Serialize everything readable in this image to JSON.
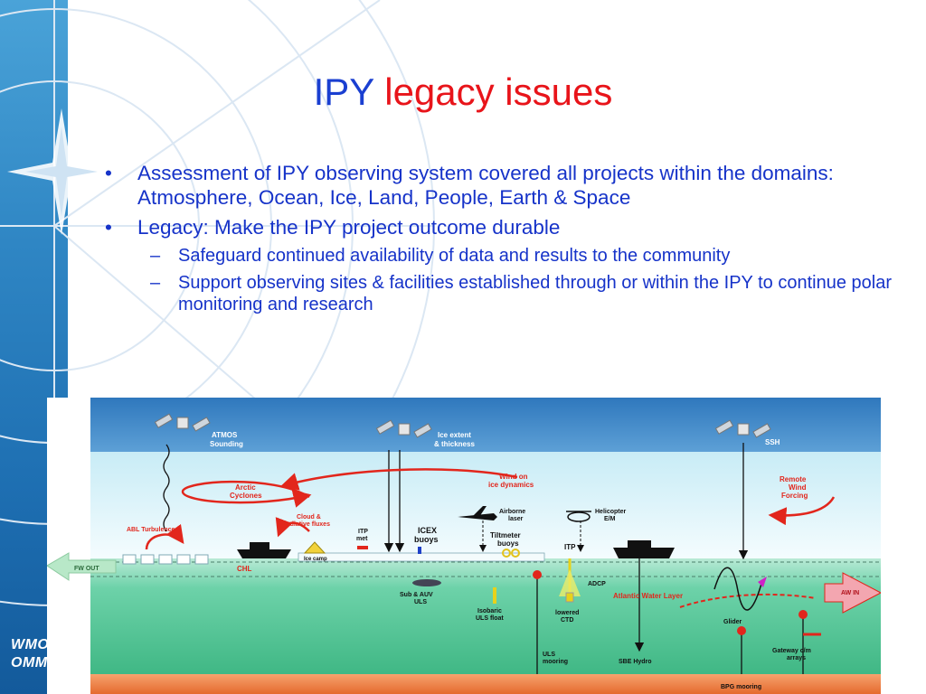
{
  "slide": {
    "title_part1": "IPY",
    "title_part2": "legacy issues",
    "logo_line1": "WMO",
    "logo_line2": "OMM",
    "bullets": [
      {
        "marker": "•",
        "text": "Assessment of IPY observing system covered all projects within the domains: Atmosphere, Ocean, Ice, Land, People, Earth & Space"
      },
      {
        "marker": "•",
        "text": "Legacy: Make the IPY project outcome durable"
      }
    ],
    "sub_bullets": [
      {
        "marker": "–",
        "text": "Safeguard continued availability of data and results to the community"
      },
      {
        "marker": "–",
        "text": "Support observing sites & facilities established through or within the IPY to continue polar monitoring and research"
      }
    ]
  },
  "diagram": {
    "labels": {
      "atmos1": "ATMOS",
      "atmos2": "Sounding",
      "ice_extent1": "Ice extent",
      "ice_extent2": "& thickness",
      "ssh": "SSH",
      "wind1": "Wind on",
      "wind2": "ice dynamics",
      "arctic1": "Arctic",
      "arctic2": "Cyclones",
      "remote1": "Remote",
      "remote2": "Wind",
      "remote3": "Forcing",
      "cloud1": "Cloud &",
      "cloud2": "radiative fluxes",
      "airborne1": "Airborne",
      "airborne2": "laser",
      "heli1": "Helicopter",
      "heli2": "E/M",
      "abl": "ABL Turbulence",
      "itp_met1": "ITP",
      "itp_met2": "met",
      "icex1": "ICEX",
      "icex2": "buoys",
      "tilt1": "Tiltmeter",
      "tilt2": "buoys",
      "itp": "ITP",
      "fw_out": "FW OUT",
      "chl": "CHL",
      "ice_camp": "Ice camp",
      "adcp": "ADCP",
      "atlantic": "Atlantic Water Layer",
      "aw_in": "AW IN",
      "sub1": "Sub & AUV",
      "sub2": "ULS",
      "iso1": "Isobaric",
      "iso2": "ULS float",
      "ctd1": "lowered",
      "ctd2": "CTD",
      "glider": "Glider",
      "uls1": "ULS",
      "uls2": "mooring",
      "sbe": "SBE Hydro",
      "gateway1": "Gateway c/m",
      "gateway2": "arrays",
      "bpg": "BPG mooring"
    }
  },
  "colors": {
    "title_blue": "#1a3fd1",
    "title_red": "#e8141a",
    "bullet_blue": "#1633c9",
    "band_blue": "#2f86c4",
    "sky_blue": "#3f88c6",
    "sea_green": "#5cc99d",
    "seabed_orange": "#f0824a",
    "label_red": "#e2261c"
  }
}
